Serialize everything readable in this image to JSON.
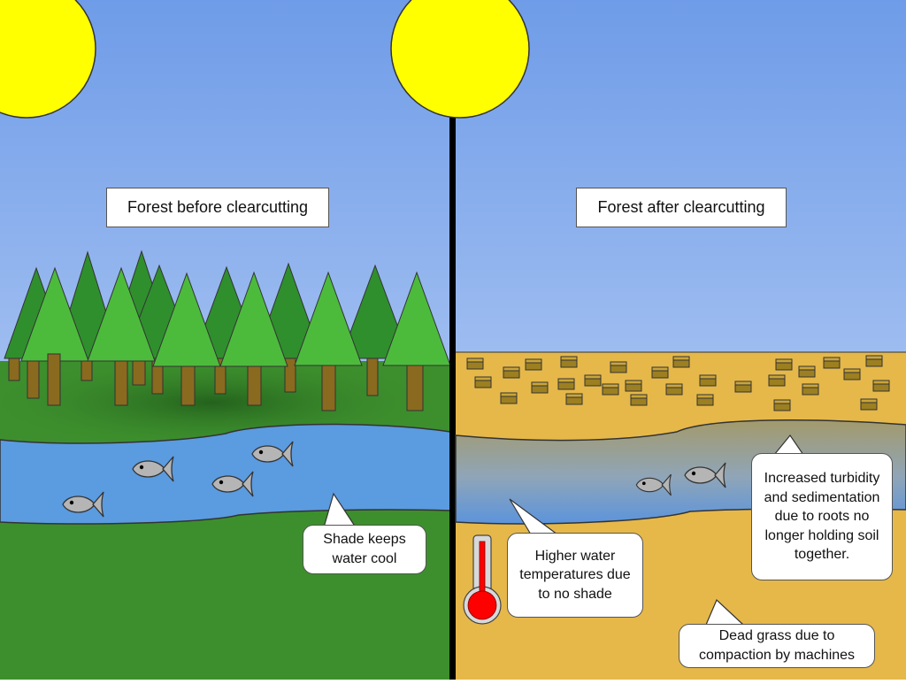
{
  "panels": {
    "before": {
      "title": "Forest before clearcutting",
      "callout": "Shade keeps water cool"
    },
    "after": {
      "title": "Forest after clearcutting",
      "callout_temperature": "Higher water temperatures due to no shade",
      "callout_turbidity": "Increased turbidity and sedimentation due to roots no longer holding soil together.",
      "callout_grass": "Dead grass due to compaction by machines"
    }
  },
  "colors": {
    "sky_top": "#6f9ce8",
    "sky_bottom": "#c8daf8",
    "sun": "#ffff00",
    "tree_light": "#4cbb3c",
    "tree_dark": "#2f8f2f",
    "trunk": "#8a6a1f",
    "grass": "#3d8f2d",
    "water": "#5b9be0",
    "dirt": "#e6b84a",
    "stump": "#9c7f20",
    "fish": "#b5b5b5",
    "thermometer_red": "#ff0000",
    "divider": "#000000"
  },
  "icons": [
    "sun-icon",
    "tree-icon",
    "fish-icon",
    "stump-icon",
    "thermometer-icon"
  ]
}
